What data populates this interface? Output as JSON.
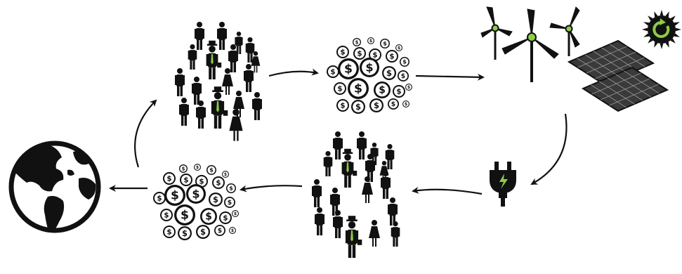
{
  "colors": {
    "ink": "#111111",
    "accent_green": "#8fcc46",
    "coin_fill": "#ffffff",
    "panel_fill": "#3a3a3a",
    "panel_grid": "#9a9a9a",
    "globe_land": "#111111",
    "globe_ocean": "#ffffff"
  },
  "nodes": [
    {
      "id": "crowd-investors",
      "icon": "people-crowd-icon"
    },
    {
      "id": "money-investment",
      "icon": "money-coins-icon"
    },
    {
      "id": "renewable-energy",
      "icon": "wind-turbine-solar-panel-icon"
    },
    {
      "id": "power-plug",
      "icon": "electric-plug-icon"
    },
    {
      "id": "crowd-consumers",
      "icon": "people-crowd-icon"
    },
    {
      "id": "money-return",
      "icon": "money-coins-icon"
    },
    {
      "id": "planet",
      "icon": "globe-icon"
    }
  ],
  "flow": [
    [
      "crowd-investors",
      "money-investment"
    ],
    [
      "money-investment",
      "renewable-energy"
    ],
    [
      "renewable-energy",
      "power-plug"
    ],
    [
      "power-plug",
      "crowd-consumers"
    ],
    [
      "crowd-consumers",
      "money-return"
    ],
    [
      "money-return",
      "planet"
    ],
    [
      "planet",
      "crowd-investors"
    ]
  ]
}
